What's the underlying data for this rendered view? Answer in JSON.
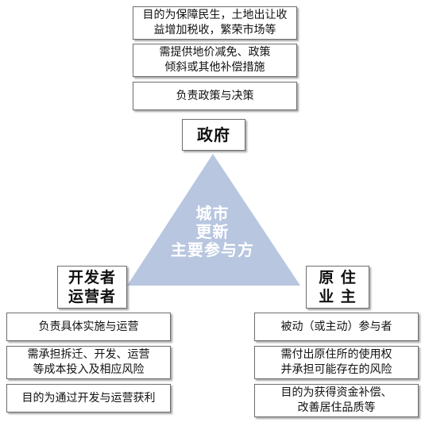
{
  "center": {
    "line1": "城市",
    "line2": "更新",
    "line3": "主要参与方"
  },
  "government": {
    "label": "政府",
    "boxes": [
      "目的为保障民生，土地出让收\n益增加税收，繁荣市场等",
      "需提供地价减免、政策\n倾斜或其他补偿措施",
      "负责政策与决策"
    ]
  },
  "developer": {
    "label": "开发者\n运营者",
    "boxes": [
      "负责具体实施与运营",
      "需承担拆迁、开发、运营\n等成本投入及相应风险",
      "目的为通过开发与运营获利"
    ]
  },
  "owner": {
    "label": "原 住\n业 主",
    "boxes": [
      "被动（或主动）参与者",
      "需付出原住所的使用权\n并承担可能存在的风险",
      "目的为获得资金补偿、\n改善居住品质等"
    ]
  },
  "colors": {
    "triangle": "#b8c6e0"
  }
}
